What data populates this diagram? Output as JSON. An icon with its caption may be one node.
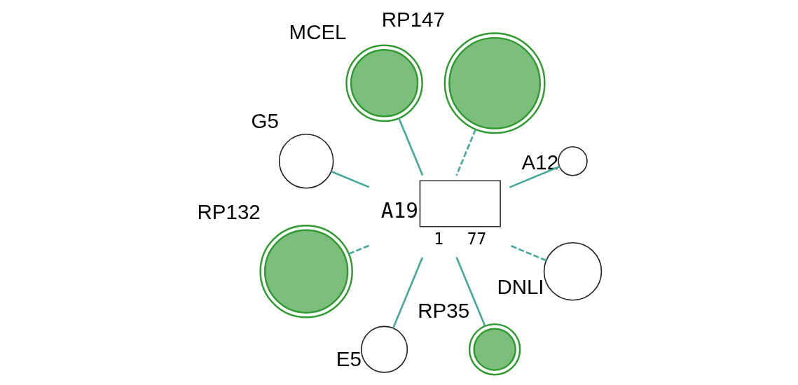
{
  "diagram": {
    "nodes": [
      {
        "text": [
          "A12"
        ]
      },
      {
        "text": [
          "RP147"
        ]
      },
      {
        "text": [
          "MCEL"
        ]
      },
      {
        "text": [
          "G5"
        ]
      },
      {
        "text": [
          "RP132"
        ]
      },
      {
        "text": [
          "E5"
        ]
      },
      {
        "text": [
          "RP35"
        ]
      },
      {
        "text": [
          "DNLI"
        ]
      },
      {
        "text": [
          "A19"
        ],
        "beside": [
          "1",
          "77"
        ]
      }
    ],
    "edges": [
      {
        "from": 0,
        "to": 8,
        "arrow": "none"
      },
      {
        "from": 1,
        "to": 8,
        "arrow": "none",
        "style": "dashed"
      },
      {
        "from": 2,
        "to": 8,
        "arrow": "none"
      },
      {
        "from": 3,
        "to": 8,
        "arrow": "none"
      },
      {
        "from": 4,
        "to": 8,
        "arrow": "none",
        "style": "dashed"
      },
      {
        "from": 5,
        "to": 8,
        "arrow": "none"
      },
      {
        "from": 6,
        "to": 8,
        "arrow": "none"
      },
      {
        "from": 7,
        "to": 8,
        "arrow": "none",
        "style": "dashed"
      }
    ]
  }
}
